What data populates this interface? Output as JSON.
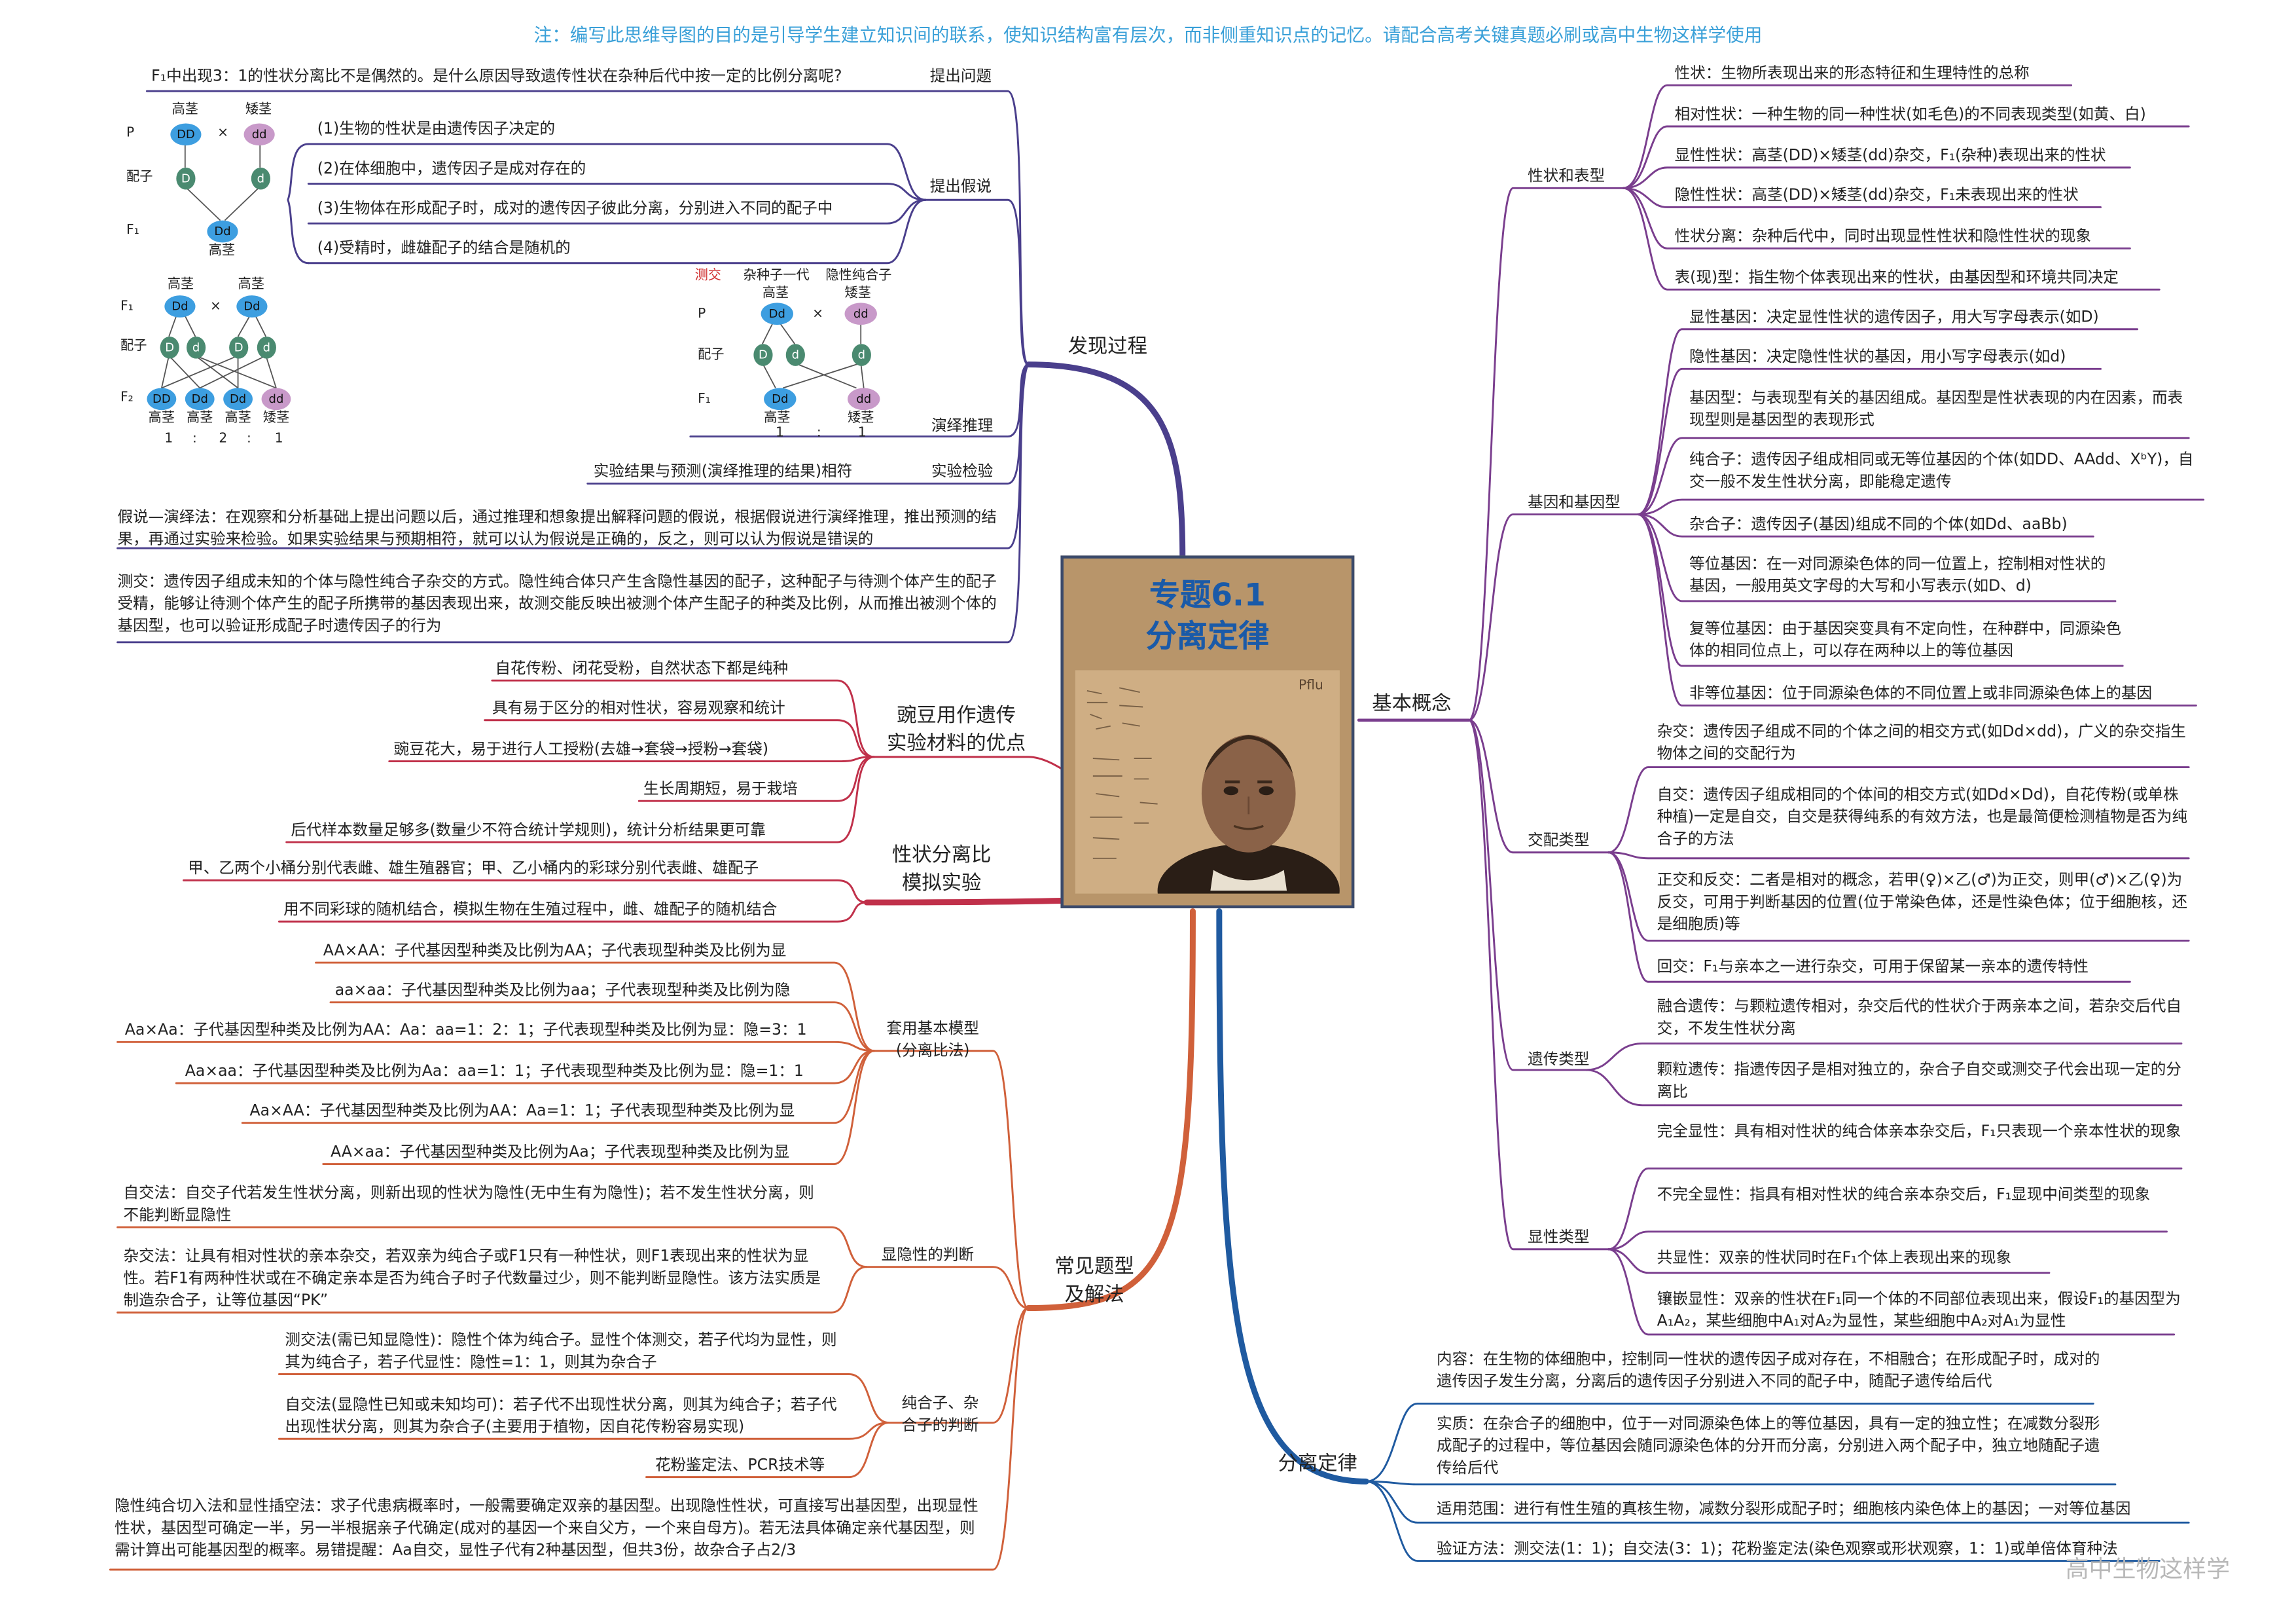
{
  "note": "注：编写此思维导图的目的是引导学生建立知识间的联系，使知识结构富有层次，而非侧重知识点的记忆。请配合高考关键真题必刷或高中生物这样学使用",
  "center": {
    "title1": "专题6.1",
    "title2": "分离定律",
    "note_word": "Pflu"
  },
  "watermark": "高中生物这样学",
  "colors": {
    "note": "#3aa0d8",
    "branch_purple": "#4a3f8c",
    "branch_red": "#c0304a",
    "branch_orange": "#d0603a",
    "branch_blue": "#1f5aa0",
    "right_purple": "#7a3e8e",
    "center_border": "#3b4a6b",
    "center_bg": "#b8956a",
    "center_title": "#1a5aa8",
    "dom": "#3d9ee0",
    "rec": "#c899c9",
    "gamete": "#4a8a70"
  },
  "discovery": {
    "label": "发现过程",
    "question_label": "提出问题",
    "question": "F₁中出现3：1的性状分离比不是偶然的。是什么原因导致遗传性状在杂种后代中按一定的比例分离呢?",
    "hypothesis_label": "提出假说",
    "hypotheses": [
      "(1)生物的性状是由遗传因子决定的",
      "(2)在体细胞中，遗传因子是成对存在的",
      "(3)生物体在形成配子时，成对的遗传因子彼此分离，分别进入不同的配子中",
      "(4)受精时，雌雄配子的结合是随机的"
    ],
    "deduction_label": "演绎推理",
    "test_label": "实验检验",
    "test_text": "实验结果与预测(演绎推理的结果)相符",
    "hd_text": "假说—演绎法：在观察和分析基础上提出问题以后，通过推理和想象提出解释问题的假说，根据假说进行演绎推理，推出预测的结果，再通过实验来检验。如果实验结果与预期相符，就可以认为假说是正确的，反之，则可以认为假说是错误的",
    "testcross_text": "测交：遗传因子组成未知的个体与隐性纯合子杂交的方式。隐性纯合体只产生含隐性基因的配子，这种配子与待测个体产生的配子受精，能够让待测个体产生的配子所携带的基因表现出来，故测交能反映出被测个体产生配子的种类及比例，从而推出被测个体的基因型，也可以验证形成配子时遗传因子的行为",
    "d1": {
      "p": "P",
      "tall": "高茎",
      "short": "矮茎",
      "cross": "×",
      "g": "配子",
      "f1": "F₁",
      "DD": "DD",
      "dd": "dd",
      "D": "D",
      "d": "d",
      "Dd": "Dd",
      "f1tall": "高茎"
    },
    "d2": {
      "f1": "F₁",
      "g": "配子",
      "f2": "F₂",
      "tall": "高茎",
      "short": "矮茎",
      "cross": "×",
      "Dd": "Dd",
      "D": "D",
      "d": "d",
      "DD": "DD",
      "dd": "dd",
      "r1": "1",
      "rc": ":",
      "r2": "2",
      "r3": "1"
    },
    "d3": {
      "title": "测交",
      "h1": "杂种子一代",
      "h2": "隐性纯合子",
      "p": "P",
      "g": "配子",
      "f1": "F₁",
      "tall": "高茎",
      "short": "矮茎",
      "cross": "×",
      "Dd": "Dd",
      "dd": "dd",
      "D": "D",
      "d": "d",
      "r1": "1",
      "rc": ":",
      "r2": "1"
    }
  },
  "pea": {
    "label": "豌豆用作遗传实验材料的优点",
    "label1": "豌豆用作遗传",
    "label2": "实验材料的优点",
    "items": [
      "自花传粉、闭花受粉，自然状态下都是纯种",
      "具有易于区分的相对性状，容易观察和统计",
      "豌豆花大，易于进行人工授粉(去雄→套袋→授粉→套袋)",
      "生长周期短，易于栽培",
      "后代样本数量足够多(数量少不符合统计学规则)，统计分析结果更可靠"
    ]
  },
  "sim": {
    "label1": "性状分离比",
    "label2": "模拟实验",
    "items": [
      "甲、乙两个小桶分别代表雌、雄生殖器官；甲、乙小桶内的彩球分别代表雌、雄配子",
      "用不同彩球的随机结合，模拟生物在生殖过程中，雌、雄配子的随机结合"
    ]
  },
  "problems": {
    "label1": "常见题型",
    "label2": "及解法",
    "model_label1": "套用基本模型",
    "model_label2": "(分离比法)",
    "models": [
      "AA×AA：子代基因型种类及比例为AA；子代表现型种类及比例为显",
      "aa×aa：子代基因型种类及比例为aa；子代表现型种类及比例为隐",
      "Aa×Aa：子代基因型种类及比例为AA：Aa：aa=1：2：1；子代表现型种类及比例为显：隐=3：1",
      "Aa×aa：子代基因型种类及比例为Aa：aa=1：1；子代表现型种类及比例为显：隐=1：1",
      "Aa×AA：子代基因型种类及比例为AA：Aa=1：1；子代表现型种类及比例为显",
      "AA×aa：子代基因型种类及比例为Aa；子代表现型种类及比例为显"
    ],
    "dom_label": "显隐性的判断",
    "dom_items": [
      "自交法：自交子代若发生性状分离，则新出现的性状为隐性(无中生有为隐性)；若不发生性状分离，则不能判断显隐性",
      "杂交法：让具有相对性状的亲本杂交，若双亲为纯合子或F1只有一种性状，则F1表现出来的性状为显性。若F1有两种性状或在不确定亲本是否为纯合子时子代数量过少，则不能判断显隐性。该方法实质是制造杂合子，让等位基因“PK”"
    ],
    "pure_label1": "纯合子、杂",
    "pure_label2": "合子的判断",
    "pure_items": [
      "测交法(需已知显隐性)：隐性个体为纯合子。显性个体测交，若子代均为显性，则其为纯合子，若子代显性：隐性=1：1，则其为杂合子",
      "自交法(显隐性已知或未知均可)：若子代不出现性状分离，则其为纯合子；若子代出现性状分离，则其为杂合子(主要用于植物，因自花传粉容易实现)",
      "花粉鉴定法、PCR技术等"
    ],
    "prob_text": "隐性纯合切入法和显性插空法：求子代患病概率时，一般需要确定双亲的基因型。出现隐性性状，可直接写出基因型，出现显性性状，基因型可确定一半，另一半根据亲子代确定(成对的基因一个来自父方，一个来自母方)。若无法具体确定亲代基因型，则需计算出可能基因型的概率。易错提醒：Aa自交，显性子代有2种基因型，但共3份，故杂合子占2/3"
  },
  "concepts": {
    "label": "基本概念",
    "trait_label": "性状和表型",
    "traits": [
      "性状：生物所表现出来的形态特征和生理特性的总称",
      "相对性状：一种生物的同一种性状(如毛色)的不同表现类型(如黄、白)",
      "显性性状：高茎(DD)×矮茎(dd)杂交，F₁(杂种)表现出来的性状",
      "隐性性状：高茎(DD)×矮茎(dd)杂交，F₁未表现出来的性状",
      "性状分离：杂种后代中，同时出现显性性状和隐性性状的现象",
      "表(现)型：指生物个体表现出来的性状，由基因型和环境共同决定"
    ],
    "gene_label": "基因和基因型",
    "genes": [
      "显性基因：决定显性性状的遗传因子，用大写字母表示(如D)",
      "隐性基因：决定隐性性状的基因，用小写字母表示(如d)",
      "基因型：与表现型有关的基因组成。基因型是性状表现的内在因素，而表现型则是基因型的表现形式",
      "纯合子：遗传因子组成相同或无等位基因的个体(如DD、AAdd、XᵇY)，自交一般不发生性状分离，即能稳定遗传",
      "杂合子：遗传因子(基因)组成不同的个体(如Dd、aaBb)",
      "等位基因：在一对同源染色体的同一位置上，控制相对性状的基因，一般用英文字母的大写和小写表示(如D、d)",
      "复等位基因：由于基因突变具有不定向性，在种群中，同源染色体的相同位点上，可以存在两种以上的等位基因",
      "非等位基因：位于同源染色体的不同位置上或非同源染色体上的基因"
    ],
    "cross_label": "交配类型",
    "crosses": [
      "杂交：遗传因子组成不同的个体之间的相交方式(如Dd×dd)，广义的杂交指生物体之间的交配行为",
      "自交：遗传因子组成相同的个体间的相交方式(如Dd×Dd)，自花传粉(或单株种植)一定是自交，自交是获得纯系的有效方法，也是最简便检测植物是否为纯合子的方法",
      "正交和反交：二者是相对的概念，若甲(♀)×乙(♂)为正交，则甲(♂)×乙(♀)为反交，可用于判断基因的位置(位于常染色体，还是性染色体；位于细胞核，还是细胞质)等",
      "回交：F₁与亲本之一进行杂交，可用于保留某一亲本的遗传特性"
    ],
    "inh_label": "遗传类型",
    "inhs": [
      "融合遗传：与颗粒遗传相对，杂交后代的性状介于两亲本之间，若杂交后代自交，不发生性状分离",
      "颗粒遗传：指遗传因子是相对独立的，杂合子自交或测交子代会出现一定的分离比"
    ],
    "domt_label": "显性类型",
    "domts": [
      "完全显性：具有相对性状的纯合体亲本杂交后，F₁只表现一个亲本性状的现象",
      "不完全显性：指具有相对性状的纯合亲本杂交后，F₁显现中间类型的现象",
      "共显性：双亲的性状同时在F₁个体上表现出来的现象",
      "镶嵌显性：双亲的性状在F₁同一个体的不同部位表现出来，假设F₁的基因型为A₁A₂，某些细胞中A₁对A₂为显性，某些细胞中A₂对A₁为显性"
    ]
  },
  "law": {
    "label": "分离定律",
    "items": [
      "内容：在生物的体细胞中，控制同一性状的遗传因子成对存在，不相融合；在形成配子时，成对的遗传因子发生分离，分离后的遗传因子分别进入不同的配子中，随配子遗传给后代",
      "实质：在杂合子的细胞中，位于一对同源染色体上的等位基因，具有一定的独立性；在减数分裂形成配子的过程中，等位基因会随同源染色体的分开而分离，分别进入两个配子中，独立地随配子遗传给后代",
      "适用范围：进行有性生殖的真核生物，减数分裂形成配子时；细胞核内染色体上的基因；一对等位基因",
      "验证方法：测交法(1：1)；自交法(3：1)；花粉鉴定法(染色观察或形状观察，1：1)或单倍体育种法"
    ]
  }
}
